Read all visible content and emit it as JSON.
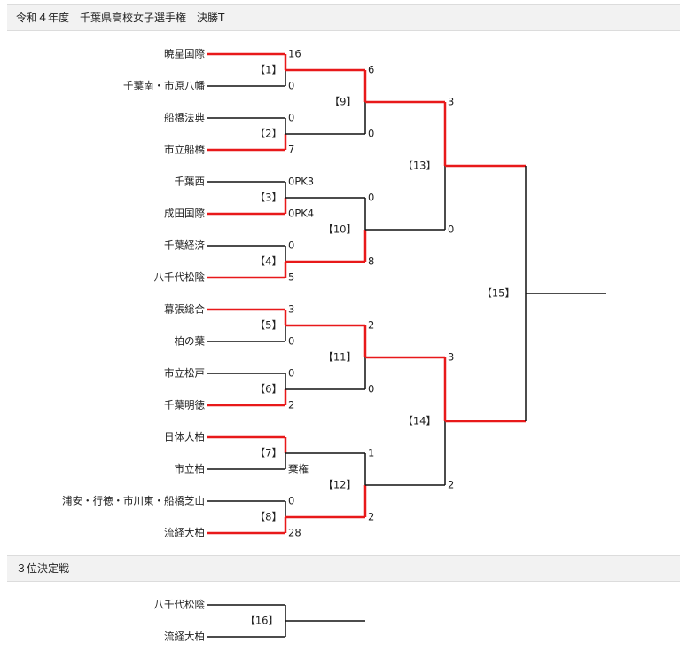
{
  "headers": {
    "main": "令和４年度　千葉県高校女子選手権　決勝T",
    "third": "３位決定戦"
  },
  "colors": {
    "winner_line": "#e8191a",
    "line": "#111111"
  },
  "teams": [
    "暁星国際",
    "千葉南・市原八幡",
    "船橋法典",
    "市立船橋",
    "千葉西",
    "成田国際",
    "千葉経済",
    "八千代松陰",
    "幕張総合",
    "柏の葉",
    "市立松戸",
    "千葉明徳",
    "日体大柏",
    "市立柏",
    "浦安・行徳・市川東・船橋芝山",
    "流経大柏"
  ],
  "round1": [
    {
      "label": "【1】",
      "scores": [
        "16",
        "0"
      ],
      "winner": 0
    },
    {
      "label": "【2】",
      "scores": [
        "0",
        "7"
      ],
      "winner": 1
    },
    {
      "label": "【3】",
      "scores": [
        "0PK3",
        "0PK4"
      ],
      "winner": 1
    },
    {
      "label": "【4】",
      "scores": [
        "0",
        "5"
      ],
      "winner": 1
    },
    {
      "label": "【5】",
      "scores": [
        "3",
        "0"
      ],
      "winner": 0
    },
    {
      "label": "【6】",
      "scores": [
        "0",
        "2"
      ],
      "winner": 1
    },
    {
      "label": "【7】",
      "scores": [
        "",
        "棄権"
      ],
      "winner": 0
    },
    {
      "label": "【8】",
      "scores": [
        "0",
        "28"
      ],
      "winner": 1
    }
  ],
  "round2": [
    {
      "label": "【9】",
      "scores": [
        "6",
        "0"
      ],
      "winner": 0
    },
    {
      "label": "【10】",
      "scores": [
        "0",
        "8"
      ],
      "winner": 1
    },
    {
      "label": "【11】",
      "scores": [
        "2",
        "0"
      ],
      "winner": 0
    },
    {
      "label": "【12】",
      "scores": [
        "1",
        "2"
      ],
      "winner": 1
    }
  ],
  "round3": [
    {
      "label": "【13】",
      "scores": [
        "3",
        "0"
      ],
      "winner": 0
    },
    {
      "label": "【14】",
      "scores": [
        "3",
        "2"
      ],
      "winner": 0
    }
  ],
  "final": {
    "label": "【15】",
    "scores": [
      "",
      ""
    ],
    "winner": -1
  },
  "third_place": {
    "teams": [
      "八千代松陰",
      "流経大柏"
    ],
    "label": "【16】"
  }
}
